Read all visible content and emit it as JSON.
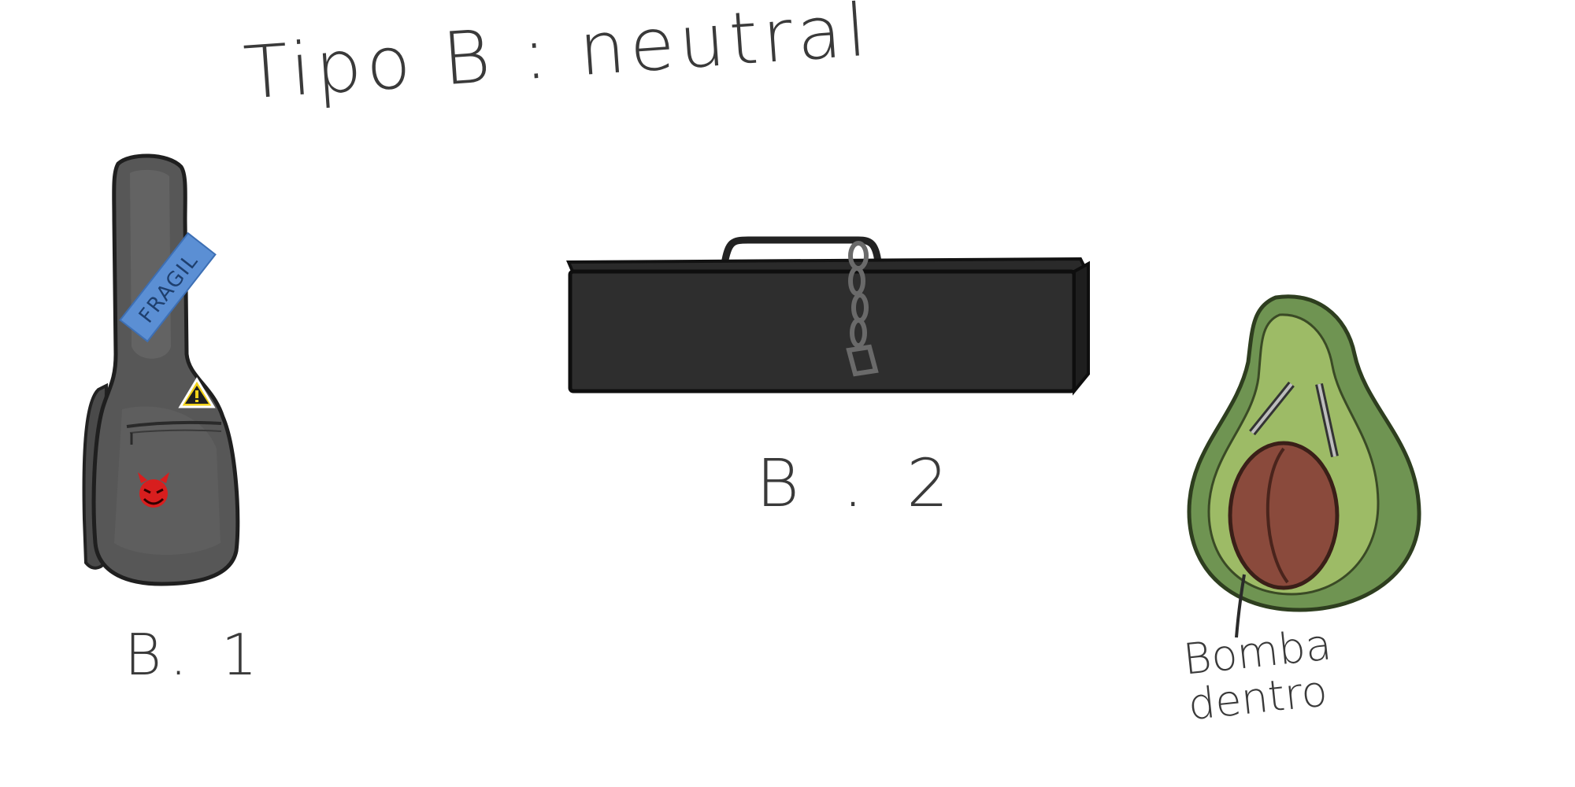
{
  "title": "Tipo B : neutral",
  "items": [
    {
      "label": "B. 1",
      "sticker_text": "FRAGIL"
    },
    {
      "label": "B . 2"
    },
    {
      "note_line1": "Bomba",
      "note_line2": "dentro"
    }
  ],
  "colors": {
    "ink": "#3a3a3a",
    "guitar_case": "#575757",
    "black_case": "#2e2e2e",
    "tape_blue": "#5b8fd4",
    "warning_yellow": "#f2d21a",
    "devil_red": "#d81e1e",
    "avocado_skin": "#6f9452",
    "avocado_flesh": "#9dbb66",
    "avocado_seed": "#8a4a3c"
  }
}
